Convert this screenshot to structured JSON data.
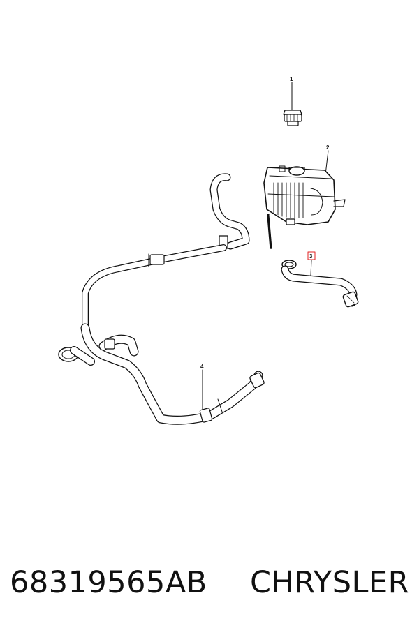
{
  "diagram": {
    "callouts": [
      {
        "id": "1",
        "label": "1",
        "highlighted": false
      },
      {
        "id": "2",
        "label": "2",
        "highlighted": false
      },
      {
        "id": "3",
        "label": "3",
        "highlighted": true
      },
      {
        "id": "4",
        "label": "4",
        "highlighted": false
      }
    ],
    "colors": {
      "ink": "#111111",
      "highlight": "#e02020",
      "background": "#ffffff"
    }
  },
  "caption": {
    "part_number": "68319565AB",
    "brand": "CHRYSLER"
  }
}
